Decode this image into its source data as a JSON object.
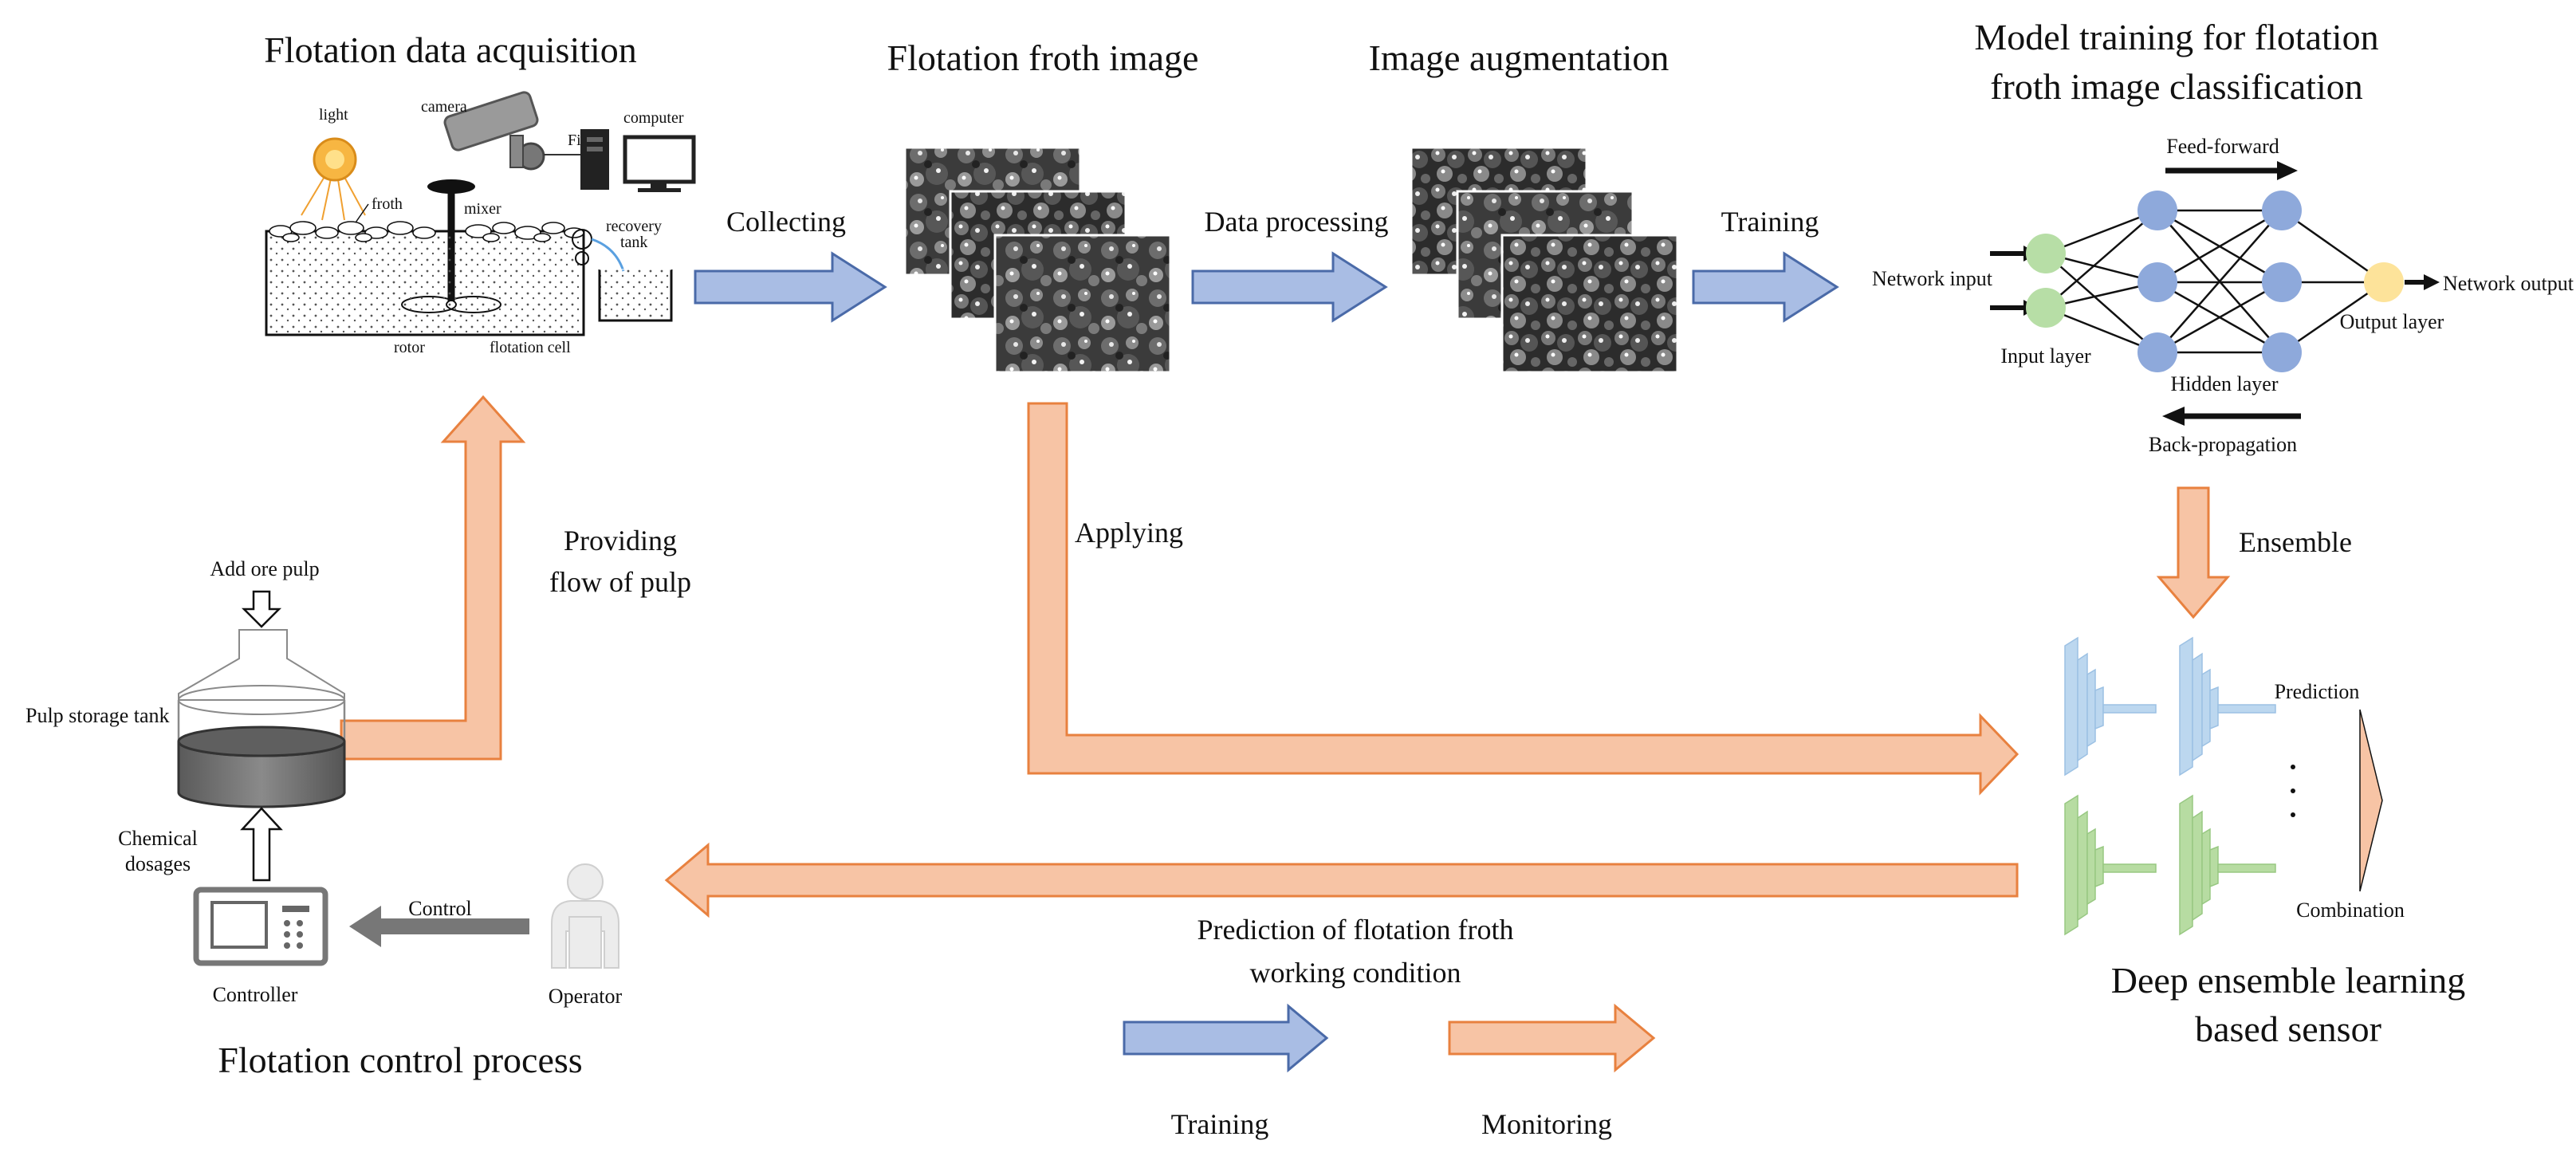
{
  "titles": {
    "acquisition": "Flotation data acquisition",
    "froth_image": "Flotation froth image",
    "augmentation": "Image augmentation",
    "model_training_1": "Model training for flotation",
    "model_training_2": "froth image classification",
    "control_process": "Flotation control process",
    "sensor_1": "Deep ensemble learning",
    "sensor_2": "based sensor"
  },
  "arrows": {
    "collecting": "Collecting",
    "data_processing": "Data processing",
    "training": "Training",
    "ensemble": "Ensemble",
    "applying": "Applying",
    "providing_1": "Providing",
    "providing_2": "flow of pulp",
    "prediction_1": "Prediction of flotation froth",
    "prediction_2": "working condition"
  },
  "acquisition_labels": {
    "light": "light",
    "camera": "camera",
    "fiber": "Fiber",
    "computer": "computer",
    "froth": "froth",
    "mixer": "mixer",
    "recovery": "recovery",
    "tank": "tank",
    "rotor": "rotor",
    "flotation_cell": "flotation cell"
  },
  "network_labels": {
    "feed_forward": "Feed-forward",
    "network_input": "Network input",
    "network_output": "Network output",
    "input_layer": "Input layer",
    "hidden_layer": "Hidden layer",
    "output_layer": "Output  layer",
    "back_propagation": "Back-propagation"
  },
  "sensor_labels": {
    "prediction": "Prediction",
    "combination": "Combination"
  },
  "control_labels": {
    "add_ore_pulp": "Add ore pulp",
    "pulp_storage_tank": "Pulp storage tank",
    "chemical": "Chemical",
    "dosages": "dosages",
    "controller": "Controller",
    "control": "Control",
    "operator": "Operator"
  },
  "legend": {
    "training": "Training",
    "monitoring": "Monitoring"
  },
  "colors": {
    "blue_fill": "#a9bde4",
    "blue_stroke": "#4a6aa8",
    "orange_fill": "#f7c4a5",
    "orange_stroke": "#e8813f",
    "node_blue": "#8ea9db",
    "node_green": "#b7dea6",
    "node_yellow": "#fde39a",
    "block_blue": "#bcd7ef",
    "block_green": "#b7dca2"
  }
}
